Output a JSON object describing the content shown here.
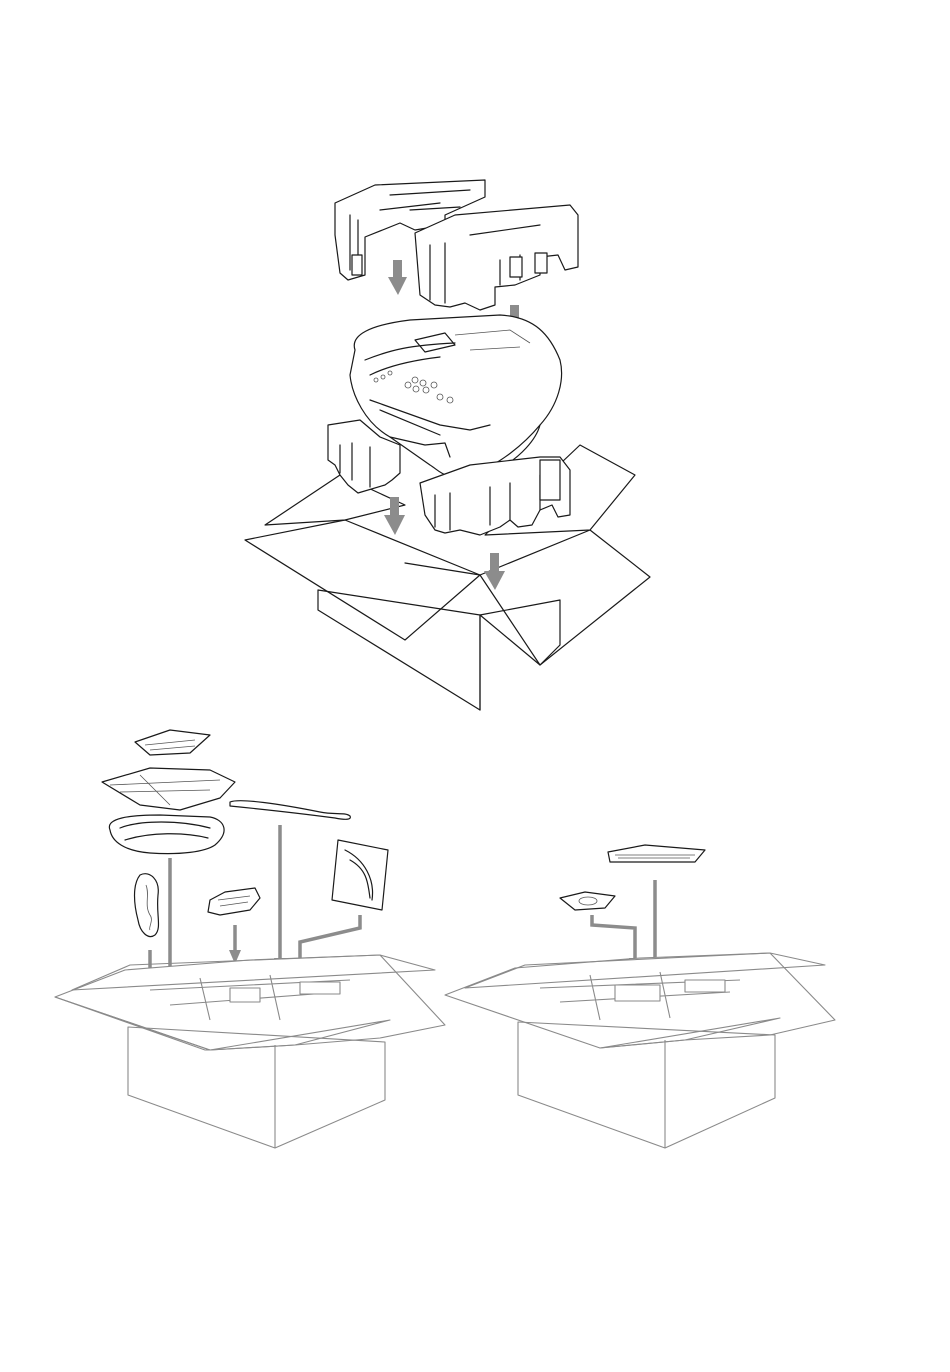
{
  "document": {
    "figures": [
      {
        "id": "repack-printer",
        "icons": [
          "foam-insert-icon",
          "printer-icon",
          "shipping-box-icon",
          "down-arrow-icon"
        ]
      },
      {
        "id": "repack-accessories",
        "icons": [
          "paper-tray-icon",
          "document-tray-icon",
          "cable-icon",
          "power-cord-icon",
          "ink-pack-icon",
          "sheet-icon",
          "accessory-box-icon"
        ]
      },
      {
        "id": "repack-media",
        "icons": [
          "manual-booklet-icon",
          "cd-rom-icon",
          "media-box-icon"
        ]
      }
    ],
    "colors": {
      "line": "#1a1a1a",
      "grey_line": "#8a8a8a",
      "arrow": "#8c8c8c",
      "background": "#ffffff"
    }
  }
}
